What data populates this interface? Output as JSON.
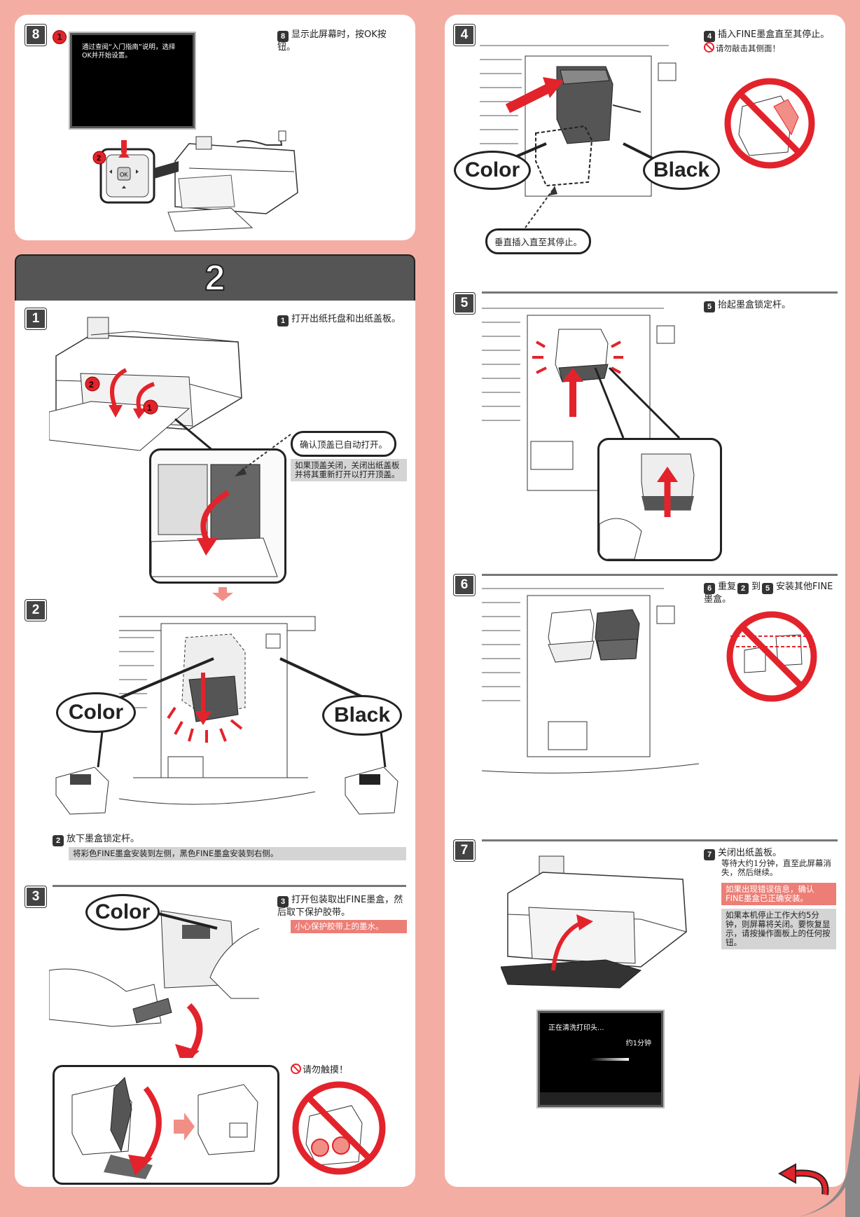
{
  "left_top": {
    "step8_num": "8",
    "screen_text": "通过查阅“入门指南”说明，选择OK并开始设置。",
    "instruction_badge": "8",
    "instruction_text": "显示此屏幕时，按OK按钮。",
    "marker1": "1",
    "marker2": "2",
    "ok_label": "OK"
  },
  "section": {
    "number": "2"
  },
  "step1": {
    "num": "1",
    "badge": "1",
    "text": "打开出纸托盘和出纸盖板。",
    "callout": "确认顶盖已自动打开。",
    "note": "如果顶盖关闭，关闭出纸盖板并将其重新打开以打开顶盖。",
    "marker1": "1",
    "marker2": "2"
  },
  "step2": {
    "num": "2",
    "badge": "2",
    "text": "放下墨盒锁定杆。",
    "note": "将彩色FINE墨盒安装到左侧，黑色FINE墨盒安装到右侧。",
    "color_label": "Color",
    "black_label": "Black"
  },
  "step3": {
    "num": "3",
    "badge": "3",
    "text": "打开包装取出FINE墨盒，然后取下保护胶带。",
    "warning": "小心保护胶带上的墨水。",
    "no_touch": "请勿触摸！",
    "color_label": "Color"
  },
  "step4": {
    "num": "4",
    "badge": "4",
    "text": "插入FINE墨盒直至其停止。",
    "warning": "请勿敲击其侧面！",
    "callout": "垂直插入直至其停止。",
    "color_label": "Color",
    "black_label": "Black"
  },
  "step5": {
    "num": "5",
    "badge": "5",
    "text": "抬起墨盒锁定杆。"
  },
  "step6": {
    "num": "6",
    "badge": "6",
    "text_a": "重复",
    "ref_a": "2",
    "text_b": "到",
    "ref_b": "5",
    "text_c": "安装其他FINE墨盒。"
  },
  "step7": {
    "num": "7",
    "badge": "7",
    "text": "关闭出纸盖板。",
    "subtext": "等待大约1分钟，直至此屏幕消失，然后继续。",
    "red_note": "如果出现错误信息，确认FINE墨盒已正确安装。",
    "gray_note": "如果本机停止工作大约5分钟，则屏幕将关闭。要恢复显示，请按操作面板上的任何按钮。",
    "screen_line1": "正在清洗打印头...",
    "screen_line2": "约1分钟"
  },
  "colors": {
    "background": "#f4ada3",
    "accent_red": "#e3232b",
    "panel": "#ffffff"
  }
}
